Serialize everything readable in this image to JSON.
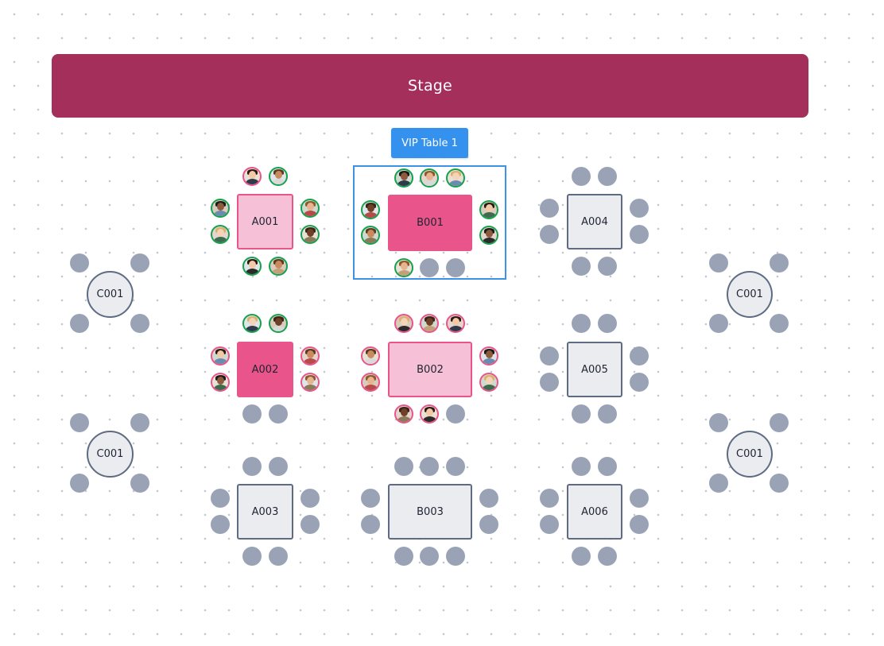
{
  "stage": {
    "label": "Stage"
  },
  "selection": {
    "tooltip": "VIP Table 1"
  },
  "palette": {
    "stage": "#a52f5b",
    "accent_blue": "#3591ee",
    "table_empty_fill": "#ebecf0",
    "table_border": "#5e6b82",
    "table_booked_light": "#f6c1d7",
    "table_booked_dark": "#e9548a",
    "seat_empty": "#9aa3b5",
    "seat_guest_ring": "#15a14c",
    "seat_guest_ring_alt": "#e9548a"
  },
  "tables": [
    {
      "id": "A001",
      "label": "A001",
      "shape": "square",
      "status": "booked-light",
      "guests": 8,
      "seat_count": 8
    },
    {
      "id": "B001",
      "label": "B001",
      "shape": "rect",
      "status": "booked-dark",
      "selected": true,
      "guests": 8,
      "seat_count": 10
    },
    {
      "id": "A004",
      "label": "A004",
      "shape": "square",
      "status": "empty",
      "guests": 0,
      "seat_count": 8
    },
    {
      "id": "C001-left-top",
      "label": "C001",
      "shape": "round",
      "status": "empty",
      "guests": 0,
      "seat_count": 4
    },
    {
      "id": "C001-right-top",
      "label": "C001",
      "shape": "round",
      "status": "empty",
      "guests": 0,
      "seat_count": 4
    },
    {
      "id": "A002",
      "label": "A002",
      "shape": "square",
      "status": "booked-dark",
      "guests": 6,
      "seat_count": 8
    },
    {
      "id": "B002",
      "label": "B002",
      "shape": "rect",
      "status": "booked-light",
      "guests": 9,
      "seat_count": 10
    },
    {
      "id": "A005",
      "label": "A005",
      "shape": "square",
      "status": "empty",
      "guests": 0,
      "seat_count": 8
    },
    {
      "id": "C001-left-bottom",
      "label": "C001",
      "shape": "round",
      "status": "empty",
      "guests": 0,
      "seat_count": 4
    },
    {
      "id": "C001-right-bottom",
      "label": "C001",
      "shape": "round",
      "status": "empty",
      "guests": 0,
      "seat_count": 4
    },
    {
      "id": "A003",
      "label": "A003",
      "shape": "square",
      "status": "empty",
      "guests": 0,
      "seat_count": 8
    },
    {
      "id": "B003",
      "label": "B003",
      "shape": "rect",
      "status": "empty",
      "guests": 0,
      "seat_count": 10
    },
    {
      "id": "A006",
      "label": "A006",
      "shape": "square",
      "status": "empty",
      "guests": 0,
      "seat_count": 8
    }
  ]
}
